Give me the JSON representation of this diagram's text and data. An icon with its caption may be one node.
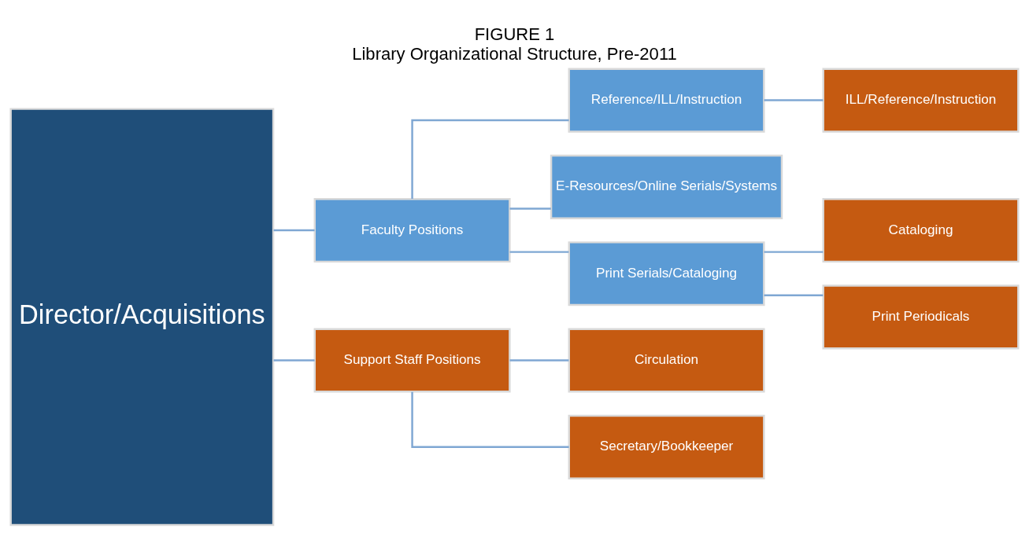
{
  "diagram": {
    "title": "FIGURE 1",
    "caption": "Library Organizational Structure, Pre-2011",
    "nodes": [
      {
        "text": [
          "Director/Acquisitions"
        ]
      },
      {
        "text": [
          "Faculty Positions"
        ]
      },
      {
        "text": [
          "Reference/ILL/Instruction"
        ]
      },
      {
        "text": [
          "ILL/Reference/Instruction"
        ]
      },
      {
        "text": [
          "E-Resources/Online Serials/Systems"
        ]
      },
      {
        "text": [
          "Cataloging"
        ]
      },
      {
        "text": [
          "Print Serials/Cataloging"
        ]
      },
      {
        "text": [
          "Print Periodicals"
        ]
      },
      {
        "text": [
          "Circulation"
        ]
      },
      {
        "text": [
          "Support Staff Positions"
        ]
      },
      {
        "text": [
          "Secretary/Bookkeeper"
        ]
      }
    ],
    "edges": [
      {
        "from": 0,
        "to": 1,
        "arrow": "none"
      },
      {
        "from": 0,
        "to": 9,
        "arrow": "none"
      },
      {
        "from": 1,
        "to": 2,
        "arrow": "none"
      },
      {
        "from": 1,
        "to": 4,
        "arrow": "none"
      },
      {
        "from": 1,
        "to": 6,
        "arrow": "none"
      },
      {
        "from": 2,
        "to": 3,
        "arrow": "none"
      },
      {
        "from": 6,
        "to": 5,
        "arrow": "none"
      },
      {
        "from": 6,
        "to": 7,
        "arrow": "none"
      },
      {
        "from": 9,
        "to": 8,
        "arrow": "none"
      },
      {
        "from": 9,
        "to": 10,
        "arrow": "none"
      }
    ]
  }
}
